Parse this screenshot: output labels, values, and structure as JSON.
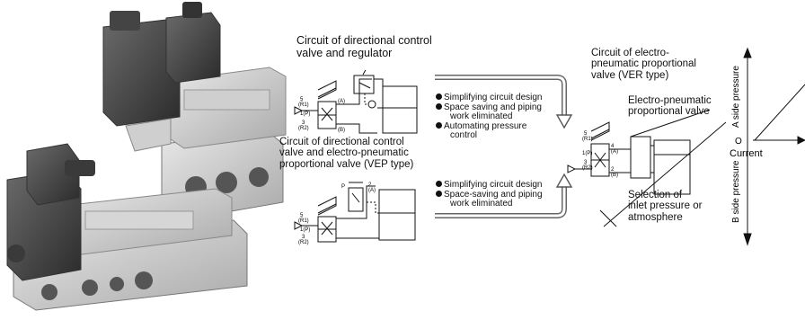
{
  "titles": {
    "dir_valve_regulator": [
      "Circuit of directional control",
      "valve and regulator"
    ],
    "dir_valve_vep": [
      "Circuit of directional control",
      "valve and electro-pneumatic",
      "proportional valve (VEP type)"
    ],
    "ver_circuit": [
      "Circuit of electro-",
      "pneumatic proportional",
      "valve (VER type)"
    ]
  },
  "benefits_top": [
    "Simplifying circuit design",
    "Space saving and piping",
    "work eliminated",
    "Automating pressure",
    "control"
  ],
  "benefits_bottom": [
    "Simplifying circuit design",
    "Space-saving and piping",
    "work eliminated"
  ],
  "labels": {
    "ep_valve": [
      "Electro-pneumatic",
      "proportional valve"
    ],
    "selection": [
      "Selection of",
      "inlet pressure or",
      "atmosphere"
    ]
  },
  "graph": {
    "a_side": "A side pressure",
    "b_side": "B side pressure",
    "origin": "O",
    "current": "Current"
  },
  "ports": {
    "five": "5",
    "r1": "(R1)",
    "one": "1(P)",
    "three": "3",
    "r2": "(R2)",
    "four": "4",
    "a": "(A)",
    "two": "2",
    "b": "(B)",
    "p": "P"
  }
}
